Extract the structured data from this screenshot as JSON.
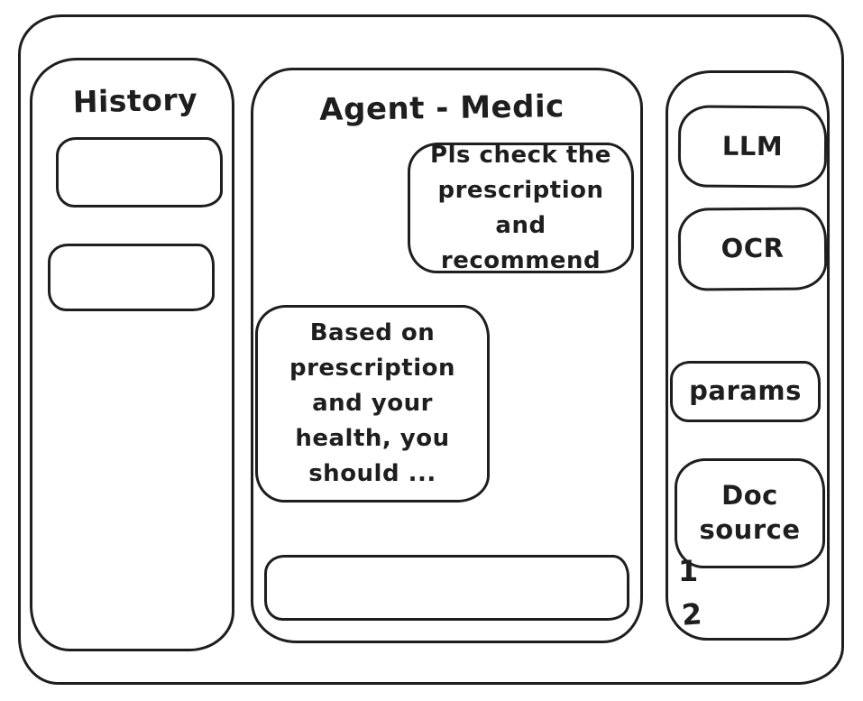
{
  "window": {
    "background": "#ffffff",
    "ink": "#1e1e1e"
  },
  "history": {
    "title": "History",
    "items": [
      {
        "label": ""
      },
      {
        "label": ""
      }
    ]
  },
  "chat": {
    "title": "Agent - Medic",
    "messages": [
      {
        "role": "user",
        "text": "Pls check the prescription and recommend"
      },
      {
        "role": "assistant",
        "text": "Based on prescription and your health, you should ..."
      }
    ],
    "input": {
      "value": "",
      "placeholder": ""
    }
  },
  "tools": {
    "buttons": [
      {
        "label": "LLM"
      },
      {
        "label": "OCR"
      },
      {
        "label": "params"
      },
      {
        "label": "Doc source"
      }
    ],
    "doc_sources": [
      {
        "label": "1"
      },
      {
        "label": "2"
      }
    ]
  }
}
